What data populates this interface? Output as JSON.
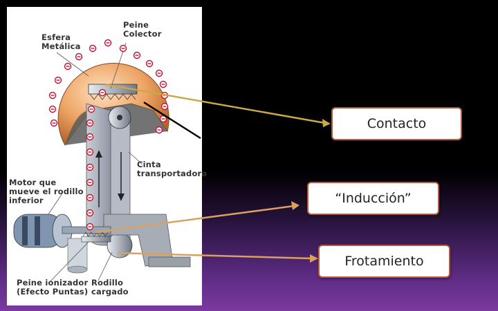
{
  "diagram": {
    "labels": {
      "esfera": "Esfera\nMetálica",
      "peine_colector": "Peine\nColector",
      "cinta": "Cinta\ntransportadora",
      "motor": "Motor que\nmueve el rodillo\ninferior",
      "peine_ionizador": "Peine ionizador\n(Efecto Puntas)",
      "rodillo": "Rodillo\ncargado"
    },
    "charge_symbol": "⊖"
  },
  "boxes": {
    "contacto": "Contacto",
    "induccion": "“Inducción”",
    "frotamiento": "Frotamiento"
  },
  "colors": {
    "arrow_gold": "#c9a84a",
    "arrow_orange": "#d9a060",
    "box_border": "#b8583a",
    "charge_red": "#c8102e",
    "sphere": "#e59a5a"
  }
}
